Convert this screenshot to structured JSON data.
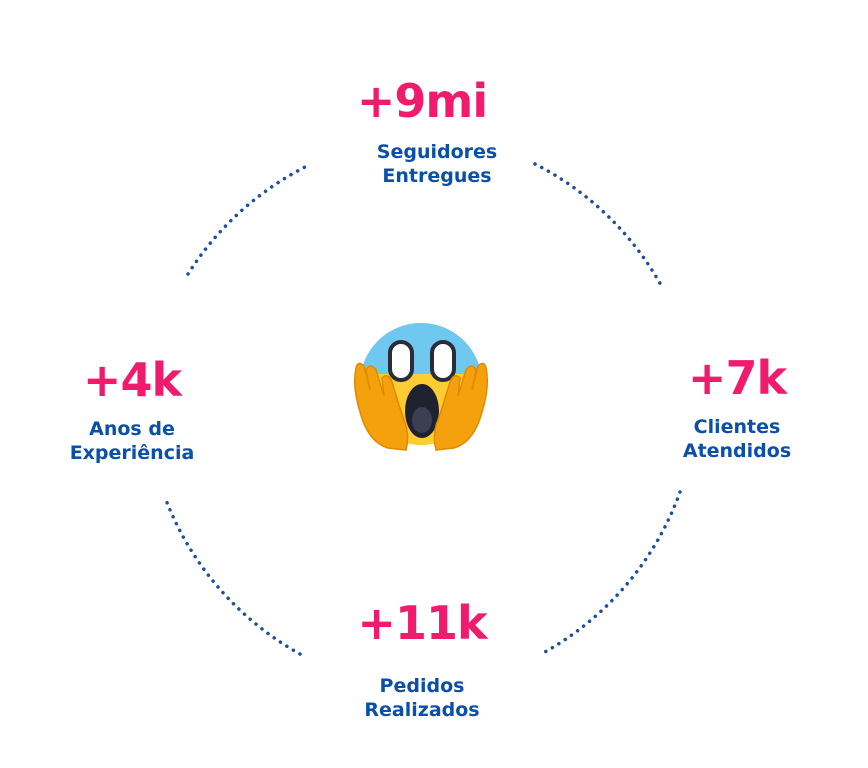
{
  "colors": {
    "value": "#ef1c6e",
    "label": "#0a50a8",
    "arc": "#1e4f9c"
  },
  "stats": {
    "top": {
      "value": "+9mi",
      "label_line1": "Seguidores",
      "label_line2": "Entregues"
    },
    "left": {
      "value": "+4k",
      "label_line1": "Anos de",
      "label_line2": "Experiência"
    },
    "right": {
      "value": "+7k",
      "label_line1": "Clientes",
      "label_line2": "Atendidos"
    },
    "bottom": {
      "value": "+11k",
      "label_line1": "Pedidos",
      "label_line2": "Realizados"
    }
  },
  "center_icon": "screaming-face-emoji-icon"
}
